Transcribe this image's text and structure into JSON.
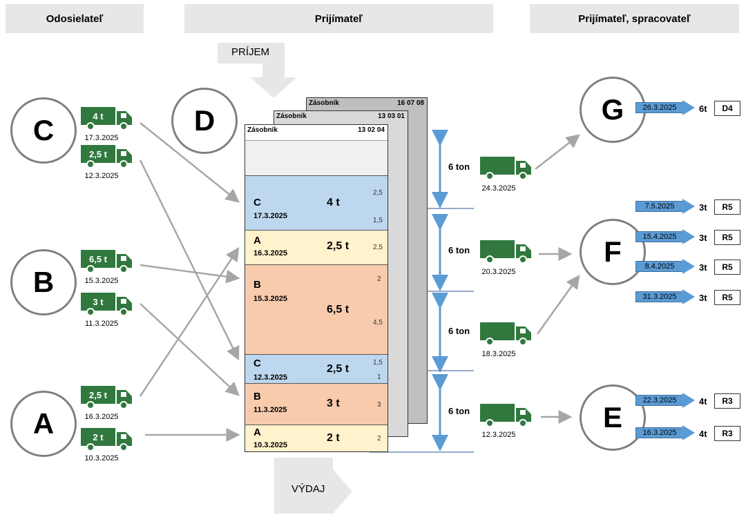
{
  "headers": {
    "sender": "Odosielateľ",
    "receiver": "Prijímateľ",
    "processor": "Prijímateľ, spracovateľ"
  },
  "flow": {
    "in_label": "PRÍJEM",
    "out_label": "VÝDAJ"
  },
  "senders": [
    {
      "node": "C",
      "trucks": [
        {
          "load": "4 t",
          "date": "17.3.2025"
        },
        {
          "load": "2,5 t",
          "date": "12.3.2025"
        }
      ]
    },
    {
      "node": "B",
      "trucks": [
        {
          "load": "6,5 t",
          "date": "15.3.2025"
        },
        {
          "load": "3 t",
          "date": "11.3.2025"
        }
      ]
    },
    {
      "node": "A",
      "trucks": [
        {
          "load": "2,5 t",
          "date": "16.3.2025"
        },
        {
          "load": "2 t",
          "date": "10.3.2025"
        }
      ]
    }
  ],
  "receiver_node": "D",
  "stacks": [
    {
      "title": "Zásobník",
      "code": "16 07 08"
    },
    {
      "title": "Zásobník",
      "code": "13 03 01"
    },
    {
      "title": "Zásobník",
      "code": "13 02 04"
    }
  ],
  "segments": [
    {
      "letter": "C",
      "date": "17.3.2025",
      "tons": "4 t",
      "color": "#bdd7ee",
      "subs": [
        "2,5",
        "1,5"
      ]
    },
    {
      "letter": "A",
      "date": "16.3.2025",
      "tons": "2,5 t",
      "color": "#fff2cc",
      "subs": [
        "2,5"
      ]
    },
    {
      "letter": "B",
      "date": "15.3.2025",
      "tons": "6,5 t",
      "color": "#f8cbad",
      "subs": [
        "2",
        "4,5"
      ]
    },
    {
      "letter": "C",
      "date": "12.3.2025",
      "tons": "2,5 t",
      "color": "#bdd7ee",
      "subs": [
        "1,5",
        "1"
      ]
    },
    {
      "letter": "B",
      "date": "11.3.2025",
      "tons": "3 t",
      "color": "#f8cbad",
      "subs": [
        "3"
      ]
    },
    {
      "letter": "A",
      "date": "10.3.2025",
      "tons": "2 t",
      "color": "#fff2cc",
      "subs": [
        "2"
      ]
    }
  ],
  "outgoing": [
    {
      "label": "6 ton",
      "date": "24.3.2025"
    },
    {
      "label": "6 ton",
      "date": "20.3.2025"
    },
    {
      "label": "6 ton",
      "date": "18.3.2025"
    },
    {
      "label": "6 ton",
      "date": "12.3.2025"
    }
  ],
  "processors": [
    {
      "node": "G",
      "rows": [
        {
          "date": "26.3.2025",
          "amount": "6t",
          "code": "D4"
        }
      ]
    },
    {
      "node": "F",
      "rows": [
        {
          "date": "7.5.2025",
          "amount": "3t",
          "code": "R5"
        },
        {
          "date": "15.4.2025",
          "amount": "3t",
          "code": "R5"
        },
        {
          "date": "8.4.2025",
          "amount": "3t",
          "code": "R5"
        },
        {
          "date": "31.3.2025",
          "amount": "3t",
          "code": "R5"
        }
      ]
    },
    {
      "node": "E",
      "rows": [
        {
          "date": "22.3.2025",
          "amount": "4t",
          "code": "R3"
        },
        {
          "date": "16.3.2025",
          "amount": "4t",
          "code": "R3"
        }
      ]
    }
  ],
  "colors": {
    "truck": "#31783e",
    "arrow_blue": "#5b9bd5",
    "connector": "#a6a6a6",
    "header_bg": "#e7e7e7"
  }
}
